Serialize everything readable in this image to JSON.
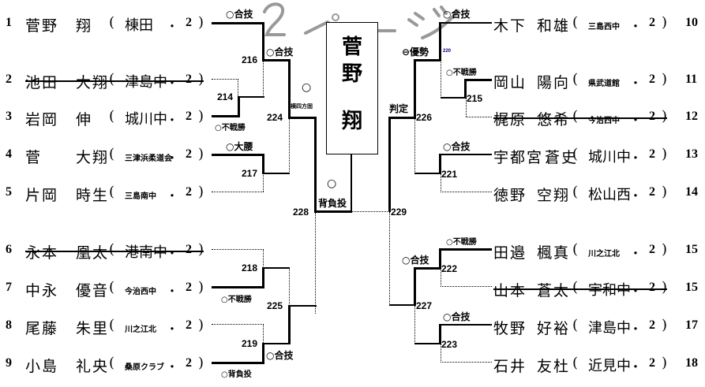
{
  "title": "2ページ",
  "champion": {
    "name_chars": [
      "菅",
      "野",
      "翔"
    ]
  },
  "left_players": [
    {
      "seed": "1",
      "surname": "菅野",
      "given": "翔",
      "school": "棟田",
      "grade": "2",
      "withdrawn": false,
      "school_small": false
    },
    {
      "seed": "2",
      "surname": "池田",
      "given": "大翔",
      "school": "津島中",
      "grade": "2",
      "withdrawn": true,
      "school_small": false
    },
    {
      "seed": "3",
      "surname": "岩岡",
      "given": "伸",
      "school": "城川中",
      "grade": "2",
      "withdrawn": false,
      "school_small": false
    },
    {
      "seed": "4",
      "surname": "菅",
      "given": "大翔",
      "school": "三津浜柔道会",
      "grade": "2",
      "withdrawn": false,
      "school_small": true
    },
    {
      "seed": "5",
      "surname": "片岡",
      "given": "時生",
      "school": "三島南中",
      "grade": "2",
      "withdrawn": false,
      "school_small": true
    },
    {
      "seed": "6",
      "surname": "永本",
      "given": "凰太",
      "school": "港南中",
      "grade": "2",
      "withdrawn": true,
      "school_small": false
    },
    {
      "seed": "7",
      "surname": "中永",
      "given": "優音",
      "school": "今治西中",
      "grade": "2",
      "withdrawn": false,
      "school_small": true
    },
    {
      "seed": "8",
      "surname": "尾藤",
      "given": "朱里",
      "school": "川之江北",
      "grade": "2",
      "withdrawn": false,
      "school_small": true
    },
    {
      "seed": "9",
      "surname": "小島",
      "given": "礼央",
      "school": "桑原クラブ",
      "grade": "2",
      "withdrawn": false,
      "school_small": true
    }
  ],
  "right_players": [
    {
      "seed": "10",
      "surname": "木下",
      "given": "和雄",
      "school": "三島西中",
      "grade": "2",
      "withdrawn": false,
      "school_small": true
    },
    {
      "seed": "11",
      "surname": "岡山",
      "given": "陽向",
      "school": "県武道館",
      "grade": "2",
      "withdrawn": false,
      "school_small": true
    },
    {
      "seed": "12",
      "surname": "梶原",
      "given": "悠希",
      "school": "今治西中",
      "grade": "2",
      "withdrawn": true,
      "school_small": true
    },
    {
      "seed": "13",
      "surname": "宇都宮",
      "given": "蒼史",
      "school": "城川中",
      "grade": "2",
      "withdrawn": false,
      "school_small": false
    },
    {
      "seed": "14",
      "surname": "徳野",
      "given": "空翔",
      "school": "松山西",
      "grade": "2",
      "withdrawn": false,
      "school_small": false
    },
    {
      "seed": "15",
      "surname": "田邉",
      "given": "楓真",
      "school": "川之江北",
      "grade": "2",
      "withdrawn": false,
      "school_small": true
    },
    {
      "seed": "15",
      "surname": "山本",
      "given": "蒼太",
      "school": "宇和中",
      "grade": "2",
      "withdrawn": true,
      "school_small": false
    },
    {
      "seed": "17",
      "surname": "牧野",
      "given": "好裕",
      "school": "津島中",
      "grade": "2",
      "withdrawn": false,
      "school_small": false
    },
    {
      "seed": "18",
      "surname": "石井",
      "given": "友杜",
      "school": "近見中",
      "grade": "2",
      "withdrawn": false,
      "school_small": false
    }
  ],
  "match_numbers": {
    "m214": "214",
    "m215": "215",
    "m216": "216",
    "m217": "217",
    "m218": "218",
    "m219": "219",
    "m220": "220",
    "m221": "221",
    "m222": "222",
    "m223": "223",
    "m224": "224",
    "m225": "225",
    "m226": "226",
    "m227": "227",
    "m228": "228",
    "m229": "229"
  },
  "results": {
    "r1": "○合技",
    "r216": "○合技",
    "r214": "○不戦勝",
    "r217": "○大腰",
    "r224_circle": "○",
    "r224_method": "横四方固",
    "r228_circle": "○",
    "r228_method": "背負投",
    "r218": "○不戦勝",
    "r219_win": "○合技",
    "r219": "○背負投",
    "r10": "○合技",
    "r220": "⊖優勢",
    "r215": "○不戦勝",
    "r226": "判定",
    "r221": "○合技",
    "r222": "○不戦勝",
    "r227": "○合技",
    "r223": "○合技"
  },
  "labels": {
    "open_paren": "(",
    "close_paren": ")",
    "dot": "・"
  }
}
